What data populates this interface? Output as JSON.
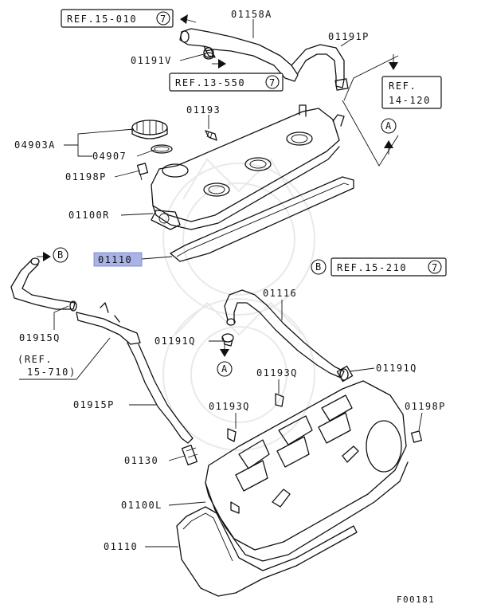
{
  "diagram": {
    "figure_id": "F00181",
    "highlight_color": "#a8b4e8",
    "refs": {
      "ref_15_010": {
        "text": "REF.15-010",
        "circled": "7"
      },
      "ref_13_550": {
        "text": "REF.13-550",
        "circled": "7"
      },
      "ref_14_120_line1": "REF.",
      "ref_14_120_line2": "14-120",
      "ref_15_210": {
        "text": "REF.15-210",
        "circled": "7"
      },
      "ref_15_710_line1": "(REF.",
      "ref_15_710_line2": "15-710)"
    },
    "markers": {
      "a": "A",
      "b": "B"
    },
    "labels": {
      "p01158A": "01158A",
      "p01191V": "01191V",
      "p01191P": "01191P",
      "p01193": "01193",
      "p04903A": "04903A",
      "p04907": "04907",
      "p01198P_top": "01198P",
      "p01100R": "01100R",
      "p01110_top": "01110",
      "p01915Q": "01915Q",
      "p01116": "01116",
      "p01191Q_left": "01191Q",
      "p01191Q_right": "01191Q",
      "p01193Q_top": "01193Q",
      "p01193Q_mid": "01193Q",
      "p01915P": "01915P",
      "p01198P_bottom": "01198P",
      "p01130": "01130",
      "p01100L": "01100L",
      "p01110_bottom": "01110"
    }
  }
}
